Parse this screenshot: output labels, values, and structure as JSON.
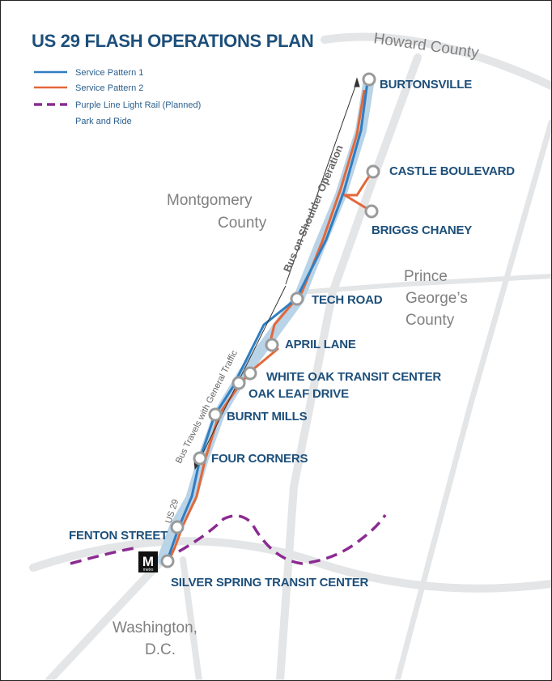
{
  "title": "US 29 FLASH OPERATIONS PLAN",
  "legend": [
    {
      "label": "Service Pattern 1",
      "color": "#2f7ec2",
      "style": "solid"
    },
    {
      "label": "Service Pattern 2",
      "color": "#e2683a",
      "style": "solid"
    },
    {
      "label": "Purple Line Light Rail (Planned)",
      "color": "#8b2b91",
      "style": "dashed"
    },
    {
      "label": "Park and Ride",
      "color": "",
      "style": "none"
    }
  ],
  "regions": {
    "howard": "Howard County",
    "montgomery_1": "Montgomery",
    "montgomery_2": "County",
    "pg_1": "Prince",
    "pg_2": "George’s",
    "pg_3": "County",
    "dc_1": "Washington,",
    "dc_2": "D.C."
  },
  "annotations": {
    "shoulder": "Bus on Shoulder Operation",
    "general": "Bus Travels with General Traffic",
    "us29": "US 29",
    "metro_letter": "M",
    "metro_word": "metro"
  },
  "stations": {
    "burtonsville": "BURTONSVILLE",
    "castle": "CASTLE BOULEVARD",
    "briggs": "BRIGGS CHANEY",
    "tech": "TECH ROAD",
    "april": "APRIL LANE",
    "whiteoak": "WHITE OAK TRANSIT CENTER",
    "oakleaf": "OAK LEAF DRIVE",
    "burnt": "BURNT MILLS",
    "four": "FOUR CORNERS",
    "fenton": "FENTON STREET",
    "silver": "SILVER SPRING TRANSIT CENTER"
  },
  "colors": {
    "title": "#1d4f7a",
    "pattern1": "#2f7ec2",
    "pattern2": "#e2683a",
    "purple_line": "#8b2b91",
    "roads": "#e3e5e7",
    "corridor_halo": "#b9d3e7"
  }
}
